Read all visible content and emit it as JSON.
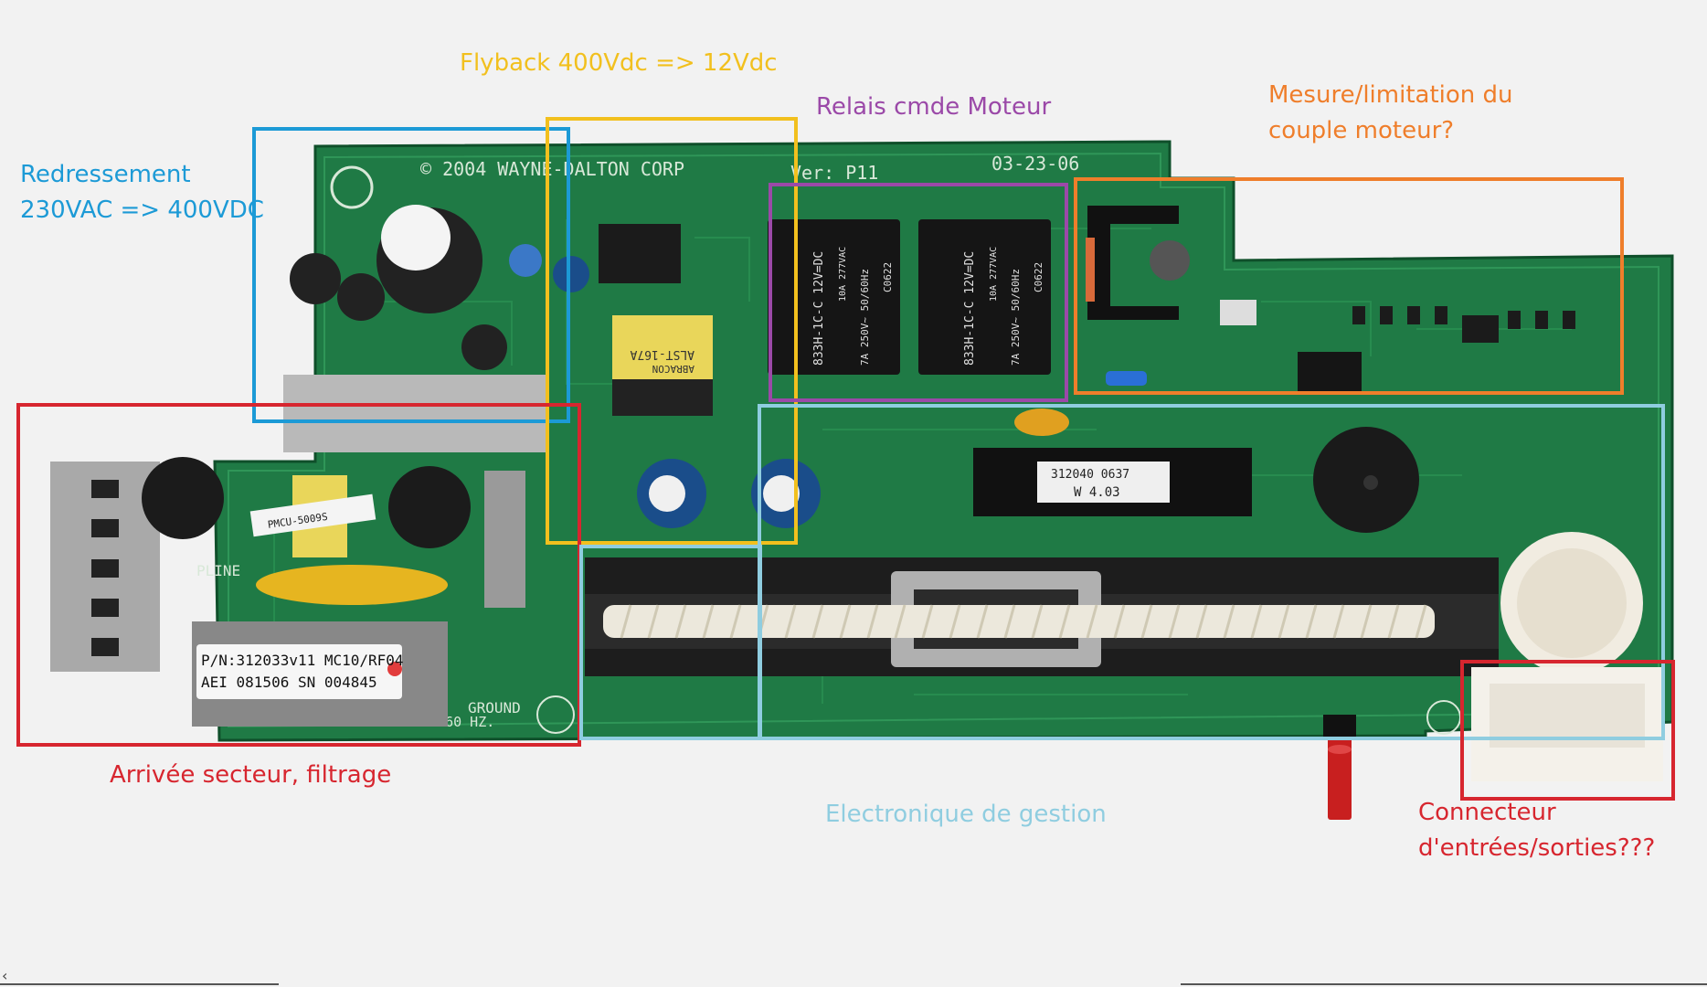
{
  "zones": [
    {
      "id": "rectifier",
      "label_lines": [
        "Redressement",
        "230VAC => 400VDC"
      ],
      "color": "#1c9ad6"
    },
    {
      "id": "flyback",
      "label_lines": [
        "Flyback 400Vdc => 12Vdc"
      ],
      "color": "#f2c01e"
    },
    {
      "id": "relays",
      "label_lines": [
        "Relais cmde Moteur"
      ],
      "color": "#9b49a8"
    },
    {
      "id": "torque",
      "label_lines": [
        "Mesure/limitation du",
        "couple moteur?"
      ],
      "color": "#ef7e2b"
    },
    {
      "id": "mains",
      "label_lines": [
        "Arrivée secteur, filtrage"
      ],
      "color": "#d7262f"
    },
    {
      "id": "management",
      "label_lines": [
        "Electronique de gestion"
      ],
      "color": "#8fcde0"
    },
    {
      "id": "connector",
      "label_lines": [
        "Connecteur",
        "d'entrées/sorties???"
      ],
      "color": "#d7262f"
    }
  ],
  "board": {
    "silkscreen_copyright": "© 2004 WAYNE-DALTON CORP",
    "silkscreen_version": "Ver: P11",
    "silkscreen_date": "03-23-06",
    "relay_text": "833H-1C-C 12V=DC",
    "relay_rating": "7A 250V~ 50/60Hz",
    "relay_cert": "10A 277VAC",
    "relay_code": "C0622",
    "transformer_text": "ALST-167A",
    "transformer_maker": "ABRACON",
    "chip_line1": "312040 0637",
    "chip_line2": "W 4.03",
    "label_line1": "P/N:312033v11 MC10/RF04",
    "label_line2": "AEI 081506 SN 004845",
    "choke_label": "PMCU-5009S",
    "ground_label": "GROUND",
    "freq_label": "50-60 HZ.",
    "pline_label": "PLINE"
  }
}
